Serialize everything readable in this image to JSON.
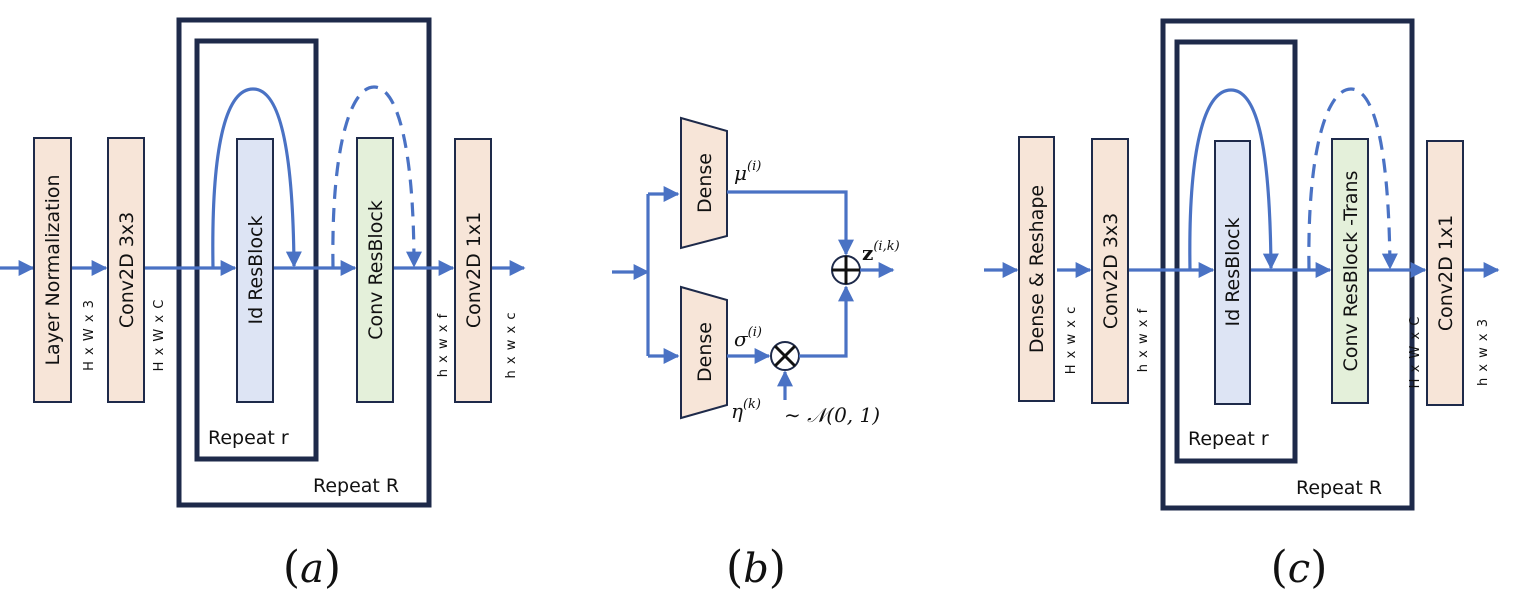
{
  "colors": {
    "flow": "#4a72c4",
    "frame": "#1e2a4a",
    "block_peach": "#f7e5d8",
    "block_blue": "#dde4f4",
    "block_green": "#e4f0da",
    "block_border": "#1e2a4a"
  },
  "panel_a": {
    "caption_letter": "a",
    "blocks": {
      "layer_norm": "Layer Normalization",
      "conv3x3": "Conv2D 3x3",
      "id_resblock": "Id ResBlock",
      "conv_resblock": "Conv ResBlock",
      "conv1x1": "Conv2D 1x1"
    },
    "dims": {
      "after_layer_norm": "H x W x 3",
      "after_conv3x3": "H x W x C",
      "before_conv1x1": "h x w x f",
      "after_conv1x1": "h x w x c"
    },
    "repeat_inner": "Repeat r",
    "repeat_outer": "Repeat R"
  },
  "panel_b": {
    "caption_letter": "b",
    "dense_top": "Dense",
    "dense_bottom": "Dense",
    "mu": "μ",
    "mu_sup": "(i)",
    "sigma": "σ",
    "sigma_sup": "(i)",
    "eta": "η",
    "eta_sup": "(k)",
    "noise": "∼ 𝒩(0, 1)",
    "z": "z",
    "z_sup": "(i,k)",
    "plus_op": "add",
    "times_op": "multiply"
  },
  "panel_c": {
    "caption_letter": "c",
    "blocks": {
      "dense_reshape": "Dense & Reshape",
      "conv3x3": "Conv2D 3x3",
      "id_resblock": "Id ResBlock",
      "conv_resblock_trans": "Conv ResBlock -Trans",
      "conv1x1": "Conv2D 1x1"
    },
    "dims": {
      "after_dense_reshape": "H x w x c",
      "after_conv3x3": "h x w x f",
      "before_conv1x1": "H x W x C",
      "after_conv1x1": "h x w x 3"
    },
    "repeat_inner": "Repeat r",
    "repeat_outer": "Repeat R"
  }
}
